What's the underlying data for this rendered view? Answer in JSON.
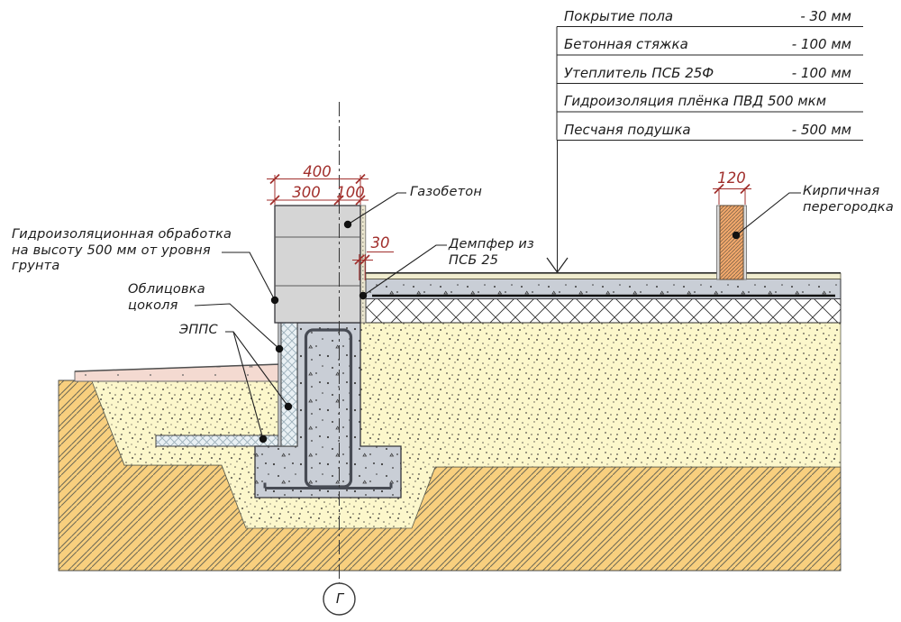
{
  "legend_table": {
    "rows": [
      {
        "label": "Покрытие пола",
        "value": "- 30 мм"
      },
      {
        "label": "Бетонная стяжка",
        "value": "- 100 мм"
      },
      {
        "label": "Утеплитель ПСБ 25Ф",
        "value": "- 100 мм"
      },
      {
        "label": "Гидроизоляция плёнка ПВД 500 мкм",
        "value": ""
      },
      {
        "label": "Песчаня подушка",
        "value": "- 500 мм"
      }
    ]
  },
  "callouts": {
    "waterproofing": "Гидроизоляционная обработка на высоту 500 мм от уровня грунта",
    "plinth_facing": "Облицовка цоколя",
    "epps": "ЭППС",
    "gas_concrete": "Газобетон",
    "damper_line1": "Демпфер из",
    "damper_line2": "ПСБ 25",
    "brick_line1": "Кирпичная",
    "brick_line2": "перегородка"
  },
  "dimensions": {
    "wall_total": "400",
    "wall_left": "300",
    "wall_right": "100",
    "damper_thickness": "30",
    "brick_width": "120"
  },
  "axis_marker": "Г",
  "colors": {
    "dimension_red": "#a12f2c",
    "ground_fill": "#f8cf7e",
    "sand_fill": "#fcf7cb",
    "concrete_fill": "#c9ced6",
    "brick_fill": "#f3a96c",
    "blind_area_pink": "#f4dad1",
    "wall_gray": "#d5d5d5",
    "epps_fill": "#e9f0f4"
  }
}
